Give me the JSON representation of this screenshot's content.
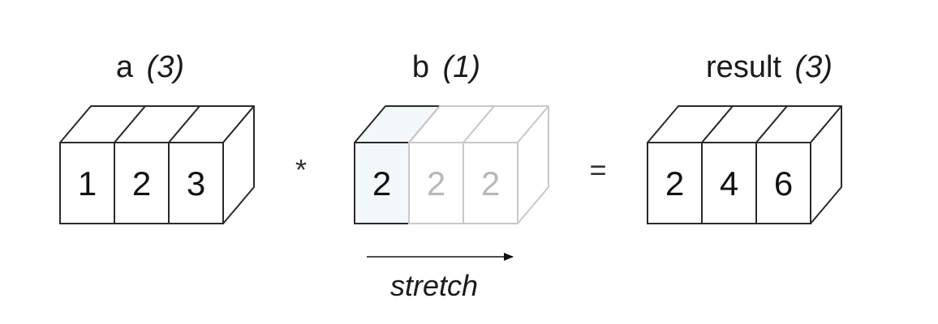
{
  "arrays": [
    {
      "name": "a",
      "shape": "(3)",
      "cells": [
        {
          "value": "1",
          "faded": false
        },
        {
          "value": "2",
          "faded": false
        },
        {
          "value": "3",
          "faded": false
        }
      ]
    },
    {
      "name": "b",
      "shape": "(1)",
      "cells": [
        {
          "value": "2",
          "faded": false
        },
        {
          "value": "2",
          "faded": true
        },
        {
          "value": "2",
          "faded": true
        }
      ]
    },
    {
      "name": "result",
      "shape": "(3)",
      "cells": [
        {
          "value": "2",
          "faded": false
        },
        {
          "value": "4",
          "faded": false
        },
        {
          "value": "6",
          "faded": false
        }
      ]
    }
  ],
  "operators": {
    "multiply": "*",
    "equals": "="
  },
  "stretch_label": "stretch",
  "colors": {
    "edge": "#2a2a2a",
    "faded_edge": "#c8c8c8",
    "highlight_fill": "#f3f8fa",
    "text": "#111111",
    "faded_text": "#b8b8b8"
  }
}
